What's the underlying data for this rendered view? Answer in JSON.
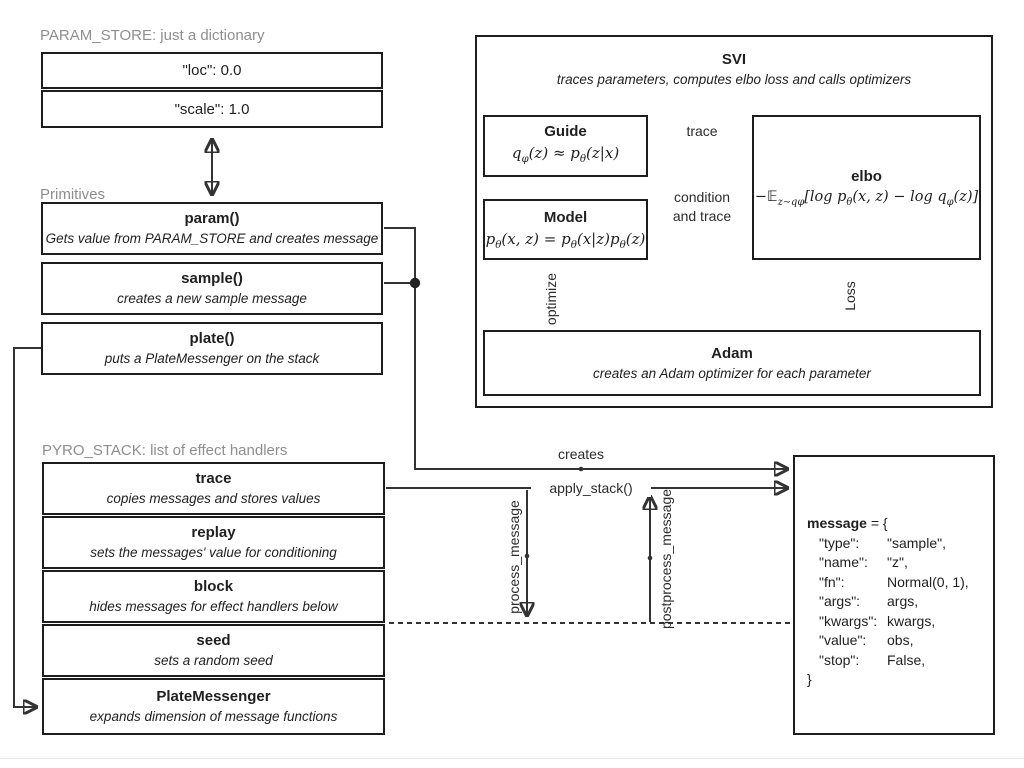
{
  "colors": {
    "border": "#1d1d1d",
    "line": "#333333",
    "section_label": "#8e8e8e",
    "text": "#1f1f1f"
  },
  "param_store": {
    "label": "PARAM_STORE: just a dictionary",
    "rows": [
      "\"loc\": 0.0",
      "\"scale\": 1.0"
    ]
  },
  "primitives": {
    "label": "Primitives",
    "items": [
      {
        "title": "param()",
        "desc": "Gets value from PARAM_STORE and creates message"
      },
      {
        "title": "sample()",
        "desc": "creates a new sample message"
      },
      {
        "title": "plate()",
        "desc": "puts a PlateMessenger on the stack"
      }
    ]
  },
  "pyro_stack": {
    "label": "PYRO_STACK: list of effect handlers",
    "items": [
      {
        "title": "trace",
        "desc": "copies messages and stores values"
      },
      {
        "title": "replay",
        "desc": "sets the messages' value for conditioning"
      },
      {
        "title": "block",
        "desc": "hides messages for effect handlers below"
      },
      {
        "title": "seed",
        "desc": "sets a random seed"
      },
      {
        "title": "PlateMessenger",
        "desc": "expands dimension of message functions"
      }
    ]
  },
  "svi": {
    "title": "SVI",
    "subtitle": "traces parameters, computes elbo loss and calls optimizers",
    "guide": {
      "title": "Guide",
      "math": [
        {
          "t": "q"
        },
        {
          "s": "φ"
        },
        {
          "t": "(z) ≈ p"
        },
        {
          "s": "θ"
        },
        {
          "t": "(z|x)"
        }
      ]
    },
    "model": {
      "title": "Model",
      "math": [
        {
          "t": "p"
        },
        {
          "s": "θ"
        },
        {
          "t": "(x, z) = p"
        },
        {
          "s": "θ"
        },
        {
          "t": "(x|z)p"
        },
        {
          "s": "θ"
        },
        {
          "t": "(z)"
        }
      ]
    },
    "elbo": {
      "title": "elbo",
      "math": [
        {
          "t": "−𝔼"
        },
        {
          "s": "z∼qφ"
        },
        {
          "t": "[log p"
        },
        {
          "s": "θ"
        },
        {
          "t": "(x, z) − log q"
        },
        {
          "s": "φ"
        },
        {
          "t": "(z)]"
        }
      ]
    },
    "adam": {
      "title": "Adam",
      "desc": "creates an Adam optimizer for each parameter"
    },
    "arrow_trace": "trace",
    "arrow_condition_1": "condition",
    "arrow_condition_2": "and trace",
    "arrow_optimize": "optimize",
    "arrow_loss": "Loss"
  },
  "flow": {
    "creates": "creates",
    "apply_stack": "apply_stack()",
    "process_message": "process_message",
    "postprocess_message": "postprocess_message"
  },
  "message_box": {
    "name": "message",
    "open": " = {",
    "entries": [
      {
        "key": "\"type\":",
        "value": "\"sample\","
      },
      {
        "key": "\"name\":",
        "value": "\"z\","
      },
      {
        "key": "\"fn\":",
        "value": "Normal(0, 1),"
      },
      {
        "key": "\"args\":",
        "value": "args,"
      },
      {
        "key": "\"kwargs\":",
        "value": "kwargs,"
      },
      {
        "key": "\"value\":",
        "value": "obs,"
      },
      {
        "key": "\"stop\":",
        "value": "False,"
      }
    ],
    "close": "}"
  }
}
